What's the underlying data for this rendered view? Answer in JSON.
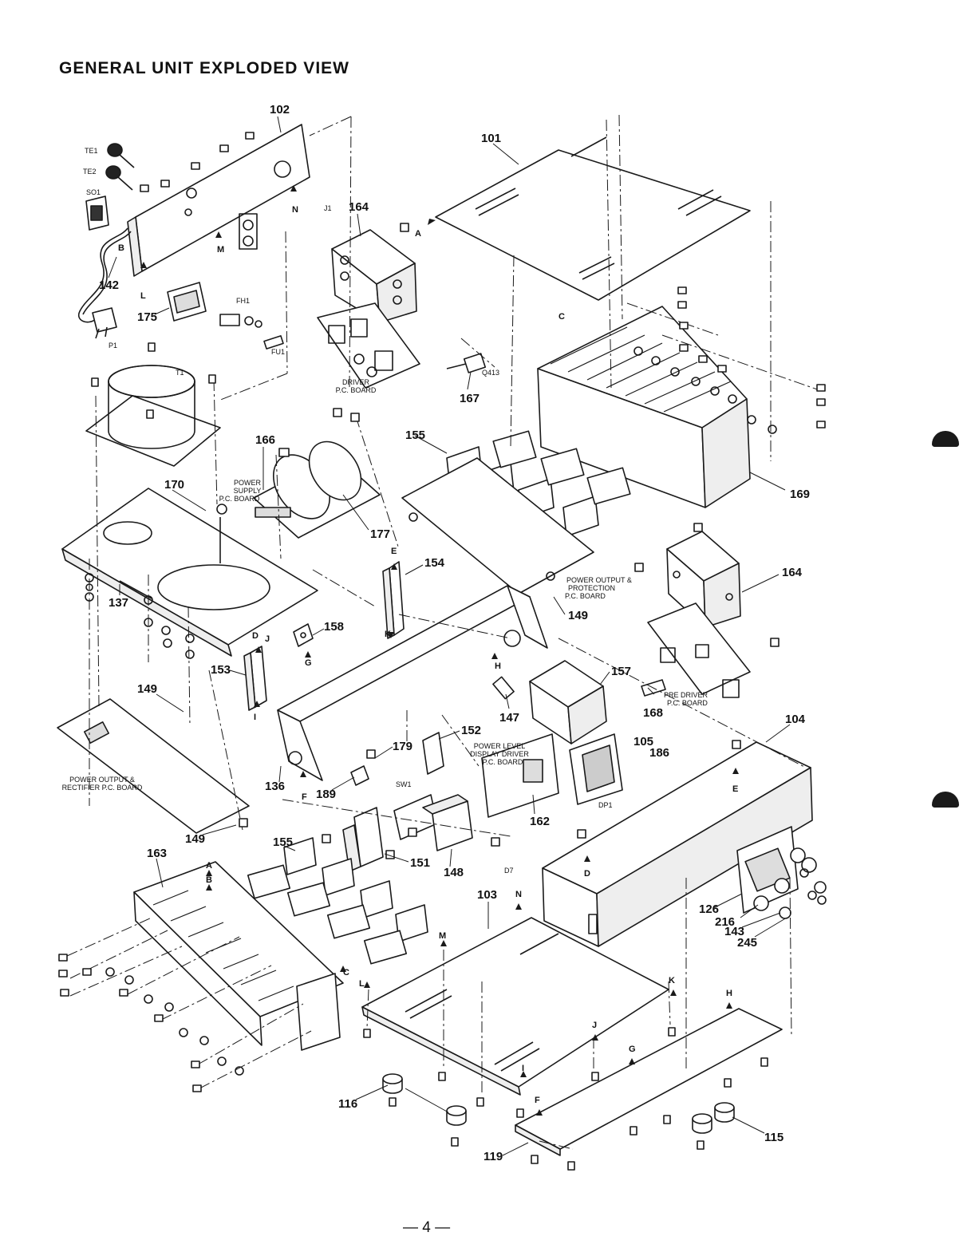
{
  "title": "GENERAL UNIT EXPLODED VIEW",
  "page_number": "— 4 —",
  "part_numbers": [
    {
      "id": "102",
      "text": "102"
    },
    {
      "id": "101",
      "text": "101"
    },
    {
      "id": "164a",
      "text": "164"
    },
    {
      "id": "142",
      "text": "142"
    },
    {
      "id": "175",
      "text": "175"
    },
    {
      "id": "167",
      "text": "167"
    },
    {
      "id": "166",
      "text": "166"
    },
    {
      "id": "155a",
      "text": "155"
    },
    {
      "id": "170",
      "text": "170"
    },
    {
      "id": "177",
      "text": "177"
    },
    {
      "id": "169",
      "text": "169"
    },
    {
      "id": "154",
      "text": "154"
    },
    {
      "id": "164b",
      "text": "164"
    },
    {
      "id": "149a",
      "text": "149"
    },
    {
      "id": "137",
      "text": "137"
    },
    {
      "id": "158",
      "text": "158"
    },
    {
      "id": "153",
      "text": "153"
    },
    {
      "id": "157",
      "text": "157"
    },
    {
      "id": "149b",
      "text": "149"
    },
    {
      "id": "147",
      "text": "147"
    },
    {
      "id": "168",
      "text": "168"
    },
    {
      "id": "152",
      "text": "152"
    },
    {
      "id": "104",
      "text": "104"
    },
    {
      "id": "105",
      "text": "105"
    },
    {
      "id": "186",
      "text": "186"
    },
    {
      "id": "179",
      "text": "179"
    },
    {
      "id": "136",
      "text": "136"
    },
    {
      "id": "189",
      "text": "189"
    },
    {
      "id": "162",
      "text": "162"
    },
    {
      "id": "149c",
      "text": "149"
    },
    {
      "id": "155b",
      "text": "155"
    },
    {
      "id": "151",
      "text": "151"
    },
    {
      "id": "148",
      "text": "148"
    },
    {
      "id": "163",
      "text": "163"
    },
    {
      "id": "103",
      "text": "103"
    },
    {
      "id": "126",
      "text": "126"
    },
    {
      "id": "216",
      "text": "216"
    },
    {
      "id": "143",
      "text": "143"
    },
    {
      "id": "245",
      "text": "245"
    },
    {
      "id": "116",
      "text": "116"
    },
    {
      "id": "115",
      "text": "115"
    },
    {
      "id": "119",
      "text": "119"
    }
  ],
  "ref_labels": [
    {
      "id": "TE1",
      "text": "TE1"
    },
    {
      "id": "TE2",
      "text": "TE2"
    },
    {
      "id": "SO1",
      "text": "SO1"
    },
    {
      "id": "J1",
      "text": "J1"
    },
    {
      "id": "FH1",
      "text": "FH1"
    },
    {
      "id": "FU1",
      "text": "FU1"
    },
    {
      "id": "P1",
      "text": "P1"
    },
    {
      "id": "T1",
      "text": "T1"
    },
    {
      "id": "Q413",
      "text": "Q413"
    },
    {
      "id": "SW1",
      "text": "SW1"
    },
    {
      "id": "DP1",
      "text": "DP1"
    },
    {
      "id": "D7",
      "text": "D7"
    }
  ],
  "letter_marks": [
    {
      "id": "N1",
      "text": "N"
    },
    {
      "id": "M1",
      "text": "M"
    },
    {
      "id": "B1",
      "text": "B"
    },
    {
      "id": "L1",
      "text": "L"
    },
    {
      "id": "A1",
      "text": "A"
    },
    {
      "id": "C1",
      "text": "C"
    },
    {
      "id": "E1",
      "text": "E"
    },
    {
      "id": "K1",
      "text": "K"
    },
    {
      "id": "D1",
      "text": "D"
    },
    {
      "id": "J1m",
      "text": "J"
    },
    {
      "id": "G1",
      "text": "G"
    },
    {
      "id": "I1",
      "text": "I"
    },
    {
      "id": "H1",
      "text": "H"
    },
    {
      "id": "F1",
      "text": "F"
    },
    {
      "id": "E2",
      "text": "E"
    },
    {
      "id": "D2",
      "text": "D"
    },
    {
      "id": "A2",
      "text": "A"
    },
    {
      "id": "B2",
      "text": "B"
    },
    {
      "id": "C2",
      "text": "C"
    },
    {
      "id": "N2",
      "text": "N"
    },
    {
      "id": "M2",
      "text": "M"
    },
    {
      "id": "L2",
      "text": "L"
    },
    {
      "id": "K2",
      "text": "K"
    },
    {
      "id": "H2",
      "text": "H"
    },
    {
      "id": "J2",
      "text": "J"
    },
    {
      "id": "G2",
      "text": "G"
    },
    {
      "id": "I2",
      "text": "I"
    },
    {
      "id": "F2",
      "text": "F"
    }
  ],
  "board_labels": [
    {
      "id": "driver",
      "lines": [
        "DRIVER",
        "P.C. BOARD"
      ]
    },
    {
      "id": "power-supply",
      "lines": [
        "POWER",
        "SUPPLY",
        "P.C. BOARD"
      ]
    },
    {
      "id": "power-output-protection",
      "lines": [
        "POWER OUTPUT &",
        "PROTECTION",
        "P.C. BOARD"
      ]
    },
    {
      "id": "pre-driver",
      "lines": [
        "PRE DRIVER",
        "P.C. BOARD"
      ]
    },
    {
      "id": "power-level-display",
      "lines": [
        "POWER LEVEL",
        "DISPLAY DRIVER",
        "P.C. BOARD"
      ]
    },
    {
      "id": "power-output-rectifier",
      "lines": [
        "POWER OUTPUT &",
        "RECTIFIER P.C. BOARD"
      ]
    }
  ]
}
